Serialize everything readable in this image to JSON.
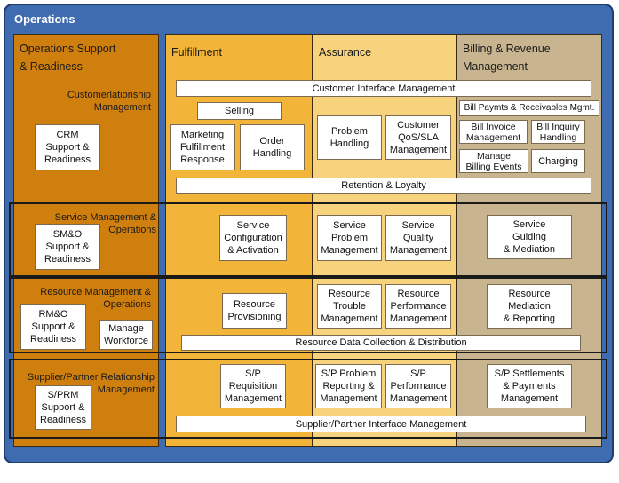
{
  "title": "Operations",
  "columns": {
    "ops": [
      "Operations Support",
      "& Readiness"
    ],
    "fulfillment": "Fulfillment",
    "assurance": "Assurance",
    "billing": [
      "Billing & Revenue",
      "Management"
    ]
  },
  "row_labels": {
    "crm": [
      "Customerlationship",
      "Management"
    ],
    "service": [
      "Service Management &",
      "Operations"
    ],
    "resource": [
      "Resource Management &",
      "Operations"
    ],
    "supplier": [
      "Supplier/Partner Relationship",
      "Management"
    ]
  },
  "boxes": {
    "crm_support": [
      "CRM",
      "Support &",
      "Readiness"
    ],
    "customer_interface": "Customer Interface Management",
    "selling": "Selling",
    "marketing_fulfillment": [
      "Marketing",
      "Fulfillment",
      "Response"
    ],
    "order_handling": [
      "Order",
      "Handling"
    ],
    "problem_handling": [
      "Problem",
      "Handling"
    ],
    "customer_qos": [
      "Customer",
      "QoS/SLA",
      "Management"
    ],
    "bill_payments": "Bill Paymts & Receivables Mgmt.",
    "bill_invoice": [
      "Bill Invoice",
      "Management"
    ],
    "bill_inquiry": [
      "Bill Inquiry",
      "Handling"
    ],
    "manage_billing_events": [
      "Manage",
      "Billing Events"
    ],
    "charging": "Charging",
    "retention": "Retention & Loyalty",
    "smo_support": [
      "SM&O",
      "Support &",
      "Readiness"
    ],
    "service_config": [
      "Service",
      "Configuration",
      "& Activation"
    ],
    "service_problem": [
      "Service",
      "Problem",
      "Management"
    ],
    "service_quality": [
      "Service",
      "Quality",
      "Management"
    ],
    "service_guiding": [
      "Service",
      "Guiding",
      "& Mediation"
    ],
    "rmo_support": [
      "RM&O",
      "Support &",
      "Readiness"
    ],
    "manage_workforce": [
      "Manage",
      "Workforce"
    ],
    "resource_provisioning": [
      "Resource",
      "Provisioning"
    ],
    "resource_trouble": [
      "Resource",
      "Trouble",
      "Management"
    ],
    "resource_performance": [
      "Resource",
      "Performance",
      "Management"
    ],
    "resource_mediation": [
      "Resource",
      "Mediation",
      "& Reporting"
    ],
    "resource_data": "Resource Data Collection & Distribution",
    "sprm_support": [
      "S/PRM",
      "Support &",
      "Readiness"
    ],
    "sp_requisition": [
      "S/P",
      "Requisition",
      "Management"
    ],
    "sp_problem": [
      "S/P Problem",
      "Reporting &",
      "Management"
    ],
    "sp_performance": [
      "S/P",
      "Performance",
      "Management"
    ],
    "sp_settlements": [
      "S/P Settlements",
      "& Payments",
      "Management"
    ],
    "sp_interface": "Supplier/Partner Interface Management"
  },
  "colors": {
    "frame": "#3f6bb0",
    "ops_column": "#cf7f0e",
    "fulfillment_column": "#f2b53a",
    "assurance_column": "#f8d37e",
    "billing_column": "#c8b58f"
  }
}
